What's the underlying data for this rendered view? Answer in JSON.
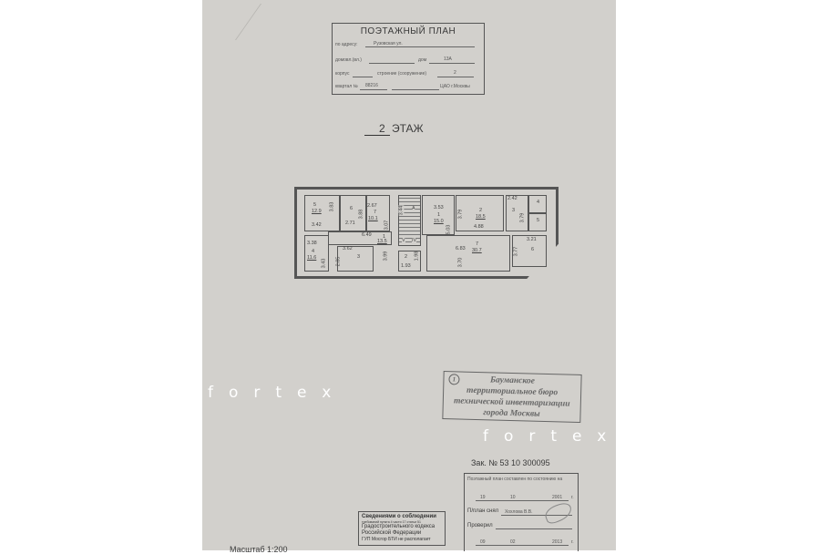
{
  "header": {
    "title": "ПОЭТАЖНЫЙ ПЛАН",
    "address_label": "по адресу:",
    "address_value": "Рузовская ул.",
    "domovl_label": "домовл.(вл.)",
    "dom_label": "дом",
    "dom_value": "13А",
    "korpus_label": "корпус",
    "stroenie_label": "строение (сооружение)",
    "stroenie_value": "2",
    "kvartal_label": "квартал №",
    "kvartal_value": "88216",
    "district": "ЦАО г.Москвы"
  },
  "floor": {
    "number": "2",
    "label": "ЭТАЖ"
  },
  "rooms": [
    {
      "n": "5",
      "area": "12.9",
      "dims": [
        "3.42",
        "3.83"
      ]
    },
    {
      "n": "6",
      "area": "",
      "dims": [
        "2.71",
        "3.88"
      ]
    },
    {
      "n": "7",
      "area": "10.1",
      "dims": [
        "2.67",
        "3.07"
      ]
    },
    {
      "n": "1",
      "area": "13.5",
      "dims": [
        "6.49",
        "3.99"
      ]
    },
    {
      "n": "А",
      "area": "",
      "dims": [
        "3.44"
      ]
    },
    {
      "n": "1",
      "area": "15.0",
      "dims": [
        "3.53",
        "5.03"
      ]
    },
    {
      "n": "2",
      "area": "18.5",
      "dims": [
        "3.79",
        "4.88"
      ]
    },
    {
      "n": "3",
      "area": "",
      "dims": [
        "2.42",
        "3.79"
      ]
    },
    {
      "n": "4",
      "area": "",
      "dims": []
    },
    {
      "n": "5",
      "area": "",
      "dims": []
    },
    {
      "n": "4",
      "area": "11.6",
      "dims": [
        "3.38",
        "3.43"
      ]
    },
    {
      "n": "3",
      "area": "",
      "dims": [
        "3.62",
        "2.85"
      ]
    },
    {
      "n": "2",
      "area": "",
      "dims": [
        "1.93",
        "1.98"
      ]
    },
    {
      "n": "7",
      "area": "30.7",
      "dims": [
        "6.83",
        "3.70"
      ]
    },
    {
      "n": "6",
      "area": "",
      "dims": [
        "3.21",
        "3.77"
      ]
    },
    {
      "n": "V",
      "area": "",
      "dims": []
    },
    {
      "n": "IV",
      "area": "",
      "dims": []
    }
  ],
  "watermark": [
    "fortex",
    "fortex"
  ],
  "stamp": {
    "number": "1",
    "lines": [
      "Бауманское",
      "территориальное бюро",
      "технической инвентаризации",
      "города Москвы"
    ]
  },
  "order": "Зак. № 53 10 300095",
  "status_box": {
    "line1": "Поэтажный план составлен по состоянию на",
    "date1_day": "19",
    "date1_month": "10",
    "date1_year": "2001",
    "year_suffix": "г.",
    "drawn_label": "П/план снял",
    "drawn_by": "Хохлова В.В.",
    "checked_label": "Проверил",
    "date2_day": "09",
    "date2_month": "02",
    "date2_year": "2013"
  },
  "notice": {
    "line1": "Сведениями о соблюдении",
    "line2": "требований пункта 4 части 17 статьи 51",
    "line3": "Градостроительного кодекса",
    "line4": "Российской Федерации",
    "line5": "ГУП Мосгор БТИ не располагает"
  },
  "scale": "Масштаб 1:200"
}
